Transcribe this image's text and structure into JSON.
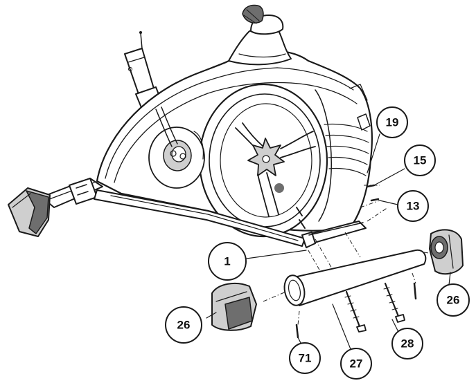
{
  "callouts": [
    {
      "id": "19",
      "label": "19"
    },
    {
      "id": "15",
      "label": "15"
    },
    {
      "id": "13",
      "label": "13"
    },
    {
      "id": "1",
      "label": "1"
    },
    {
      "id": "26-right",
      "label": "26"
    },
    {
      "id": "26-left",
      "label": "26"
    },
    {
      "id": "28",
      "label": "28"
    },
    {
      "id": "27",
      "label": "27"
    },
    {
      "id": "71",
      "label": "71"
    }
  ],
  "colors": {
    "ink": "#1a1a1a",
    "shade": "#cfcfcf",
    "dark": "#6e6e6e",
    "background": "#ffffff"
  }
}
